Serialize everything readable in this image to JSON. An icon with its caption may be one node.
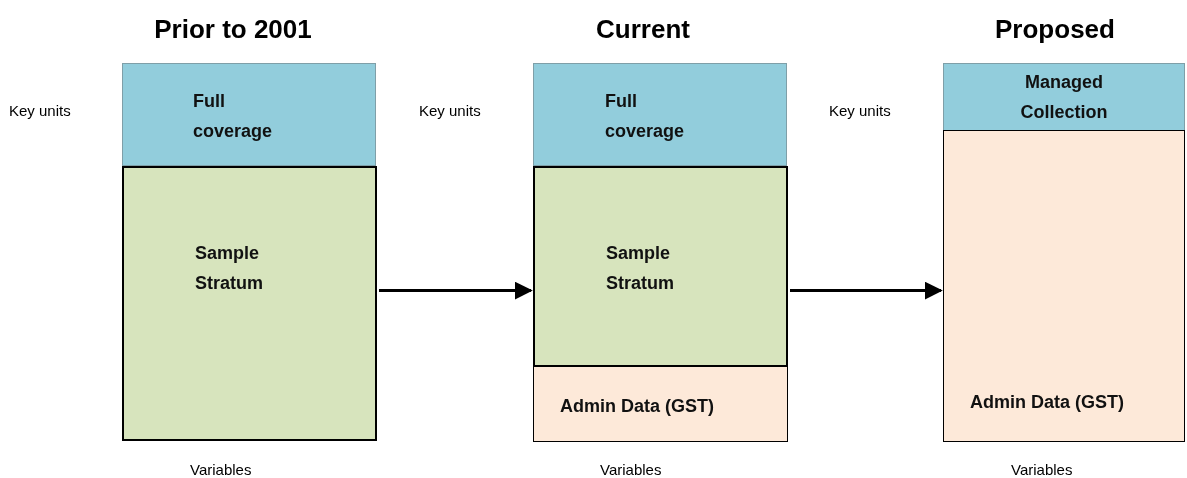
{
  "diagram": {
    "nodes": [
      {
        "text": [
          "Full coverage"
        ]
      },
      {
        "text": [
          "Sample Stratum"
        ]
      },
      {
        "text": [
          "Full coverage"
        ]
      },
      {
        "text": [
          "Sample Stratum"
        ]
      },
      {
        "text": [
          "Admin Data (GST)"
        ]
      },
      {
        "text": [
          "Managed Collection"
        ]
      },
      {
        "text": [
          "Admin Data (GST)"
        ]
      }
    ],
    "edges": [
      {
        "from": 1,
        "to": 3,
        "arrow": "to"
      },
      {
        "from": 3,
        "to": 6,
        "arrow": "to"
      }
    ],
    "labels": [
      "Prior to 2001",
      "Current",
      "Proposed",
      "Key units",
      "Key units",
      "Key units",
      "Variables",
      "Variables",
      "Variables"
    ]
  }
}
